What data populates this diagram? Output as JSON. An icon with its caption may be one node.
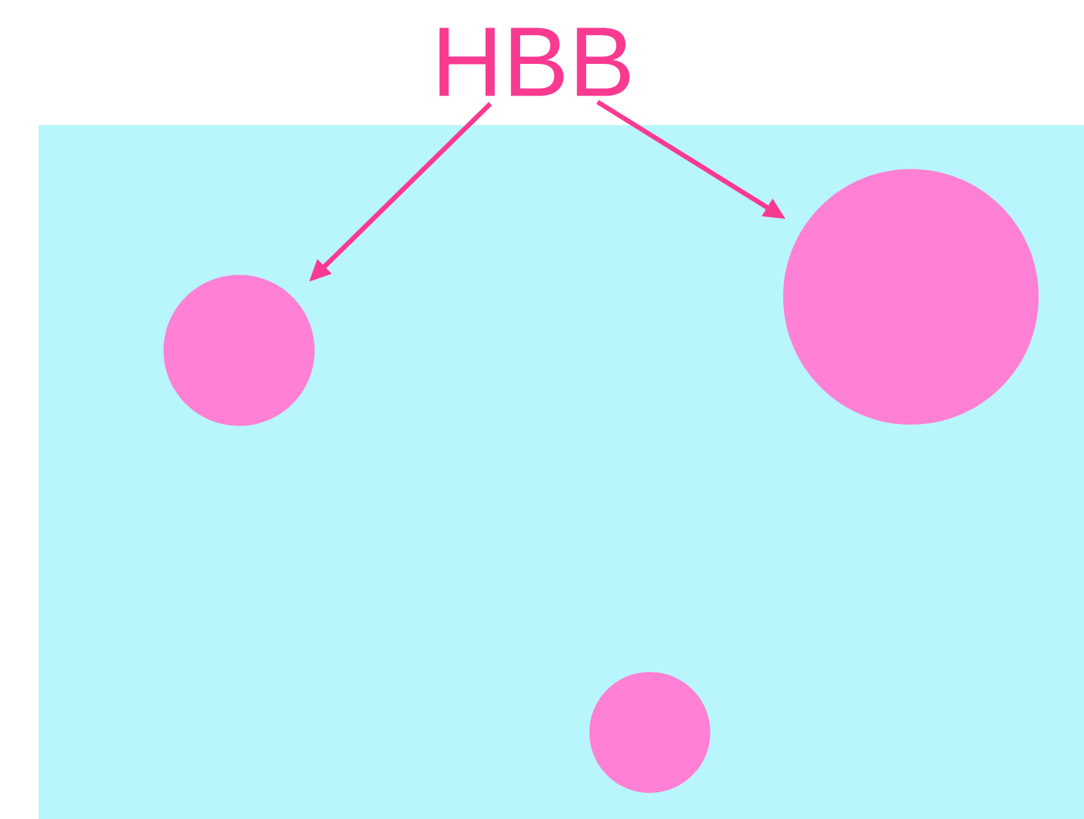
{
  "diagram": {
    "nodes": [
      {
        "text": [
          "HBB"
        ]
      },
      {
        "text": [],
        "shape": "circle"
      },
      {
        "text": [],
        "shape": "circle"
      },
      {
        "text": [],
        "shape": "circle"
      }
    ],
    "edges": [
      {
        "from": 0,
        "to": 1,
        "arrow": "to"
      },
      {
        "from": 0,
        "to": 2,
        "arrow": "to"
      }
    ]
  }
}
